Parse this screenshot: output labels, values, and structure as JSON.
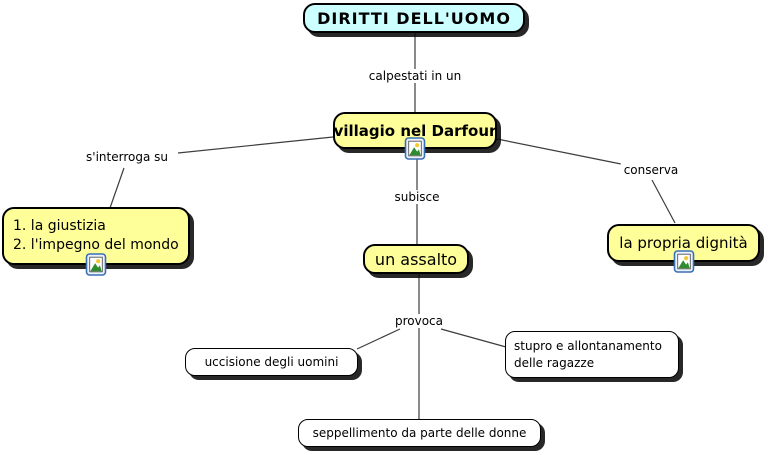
{
  "map": {
    "nodes": {
      "root": {
        "label": "DIRITTI DELL'UOMO"
      },
      "village": {
        "label": "villagio nel Darfour"
      },
      "justice": {
        "items": [
          "1. la giustizia",
          "2. l'impegno del mondo"
        ]
      },
      "assault": {
        "label": "un assalto"
      },
      "dignity": {
        "label": "la propria dignità"
      },
      "killing": {
        "label": "uccisione degli uomini"
      },
      "rape": {
        "label": "stupro e allontanamento delle ragazze"
      },
      "burial": {
        "label": "seppellimento da parte delle donne"
      }
    },
    "link_labels": {
      "calpestati": "calpestati in un",
      "interroga": "s'interroga su",
      "subisce": "subisce",
      "conserva": "conserva",
      "provoca": "provoca"
    },
    "colors": {
      "root_fill": "#CCFFFF",
      "concept_fill": "#FFFF99",
      "leaf_fill": "#FFFFFF",
      "node_border": "#000000",
      "connector_line": "#3D3D3D",
      "background": "#FFFFFF"
    },
    "icons": {
      "resource": "image-resource-icon"
    }
  }
}
